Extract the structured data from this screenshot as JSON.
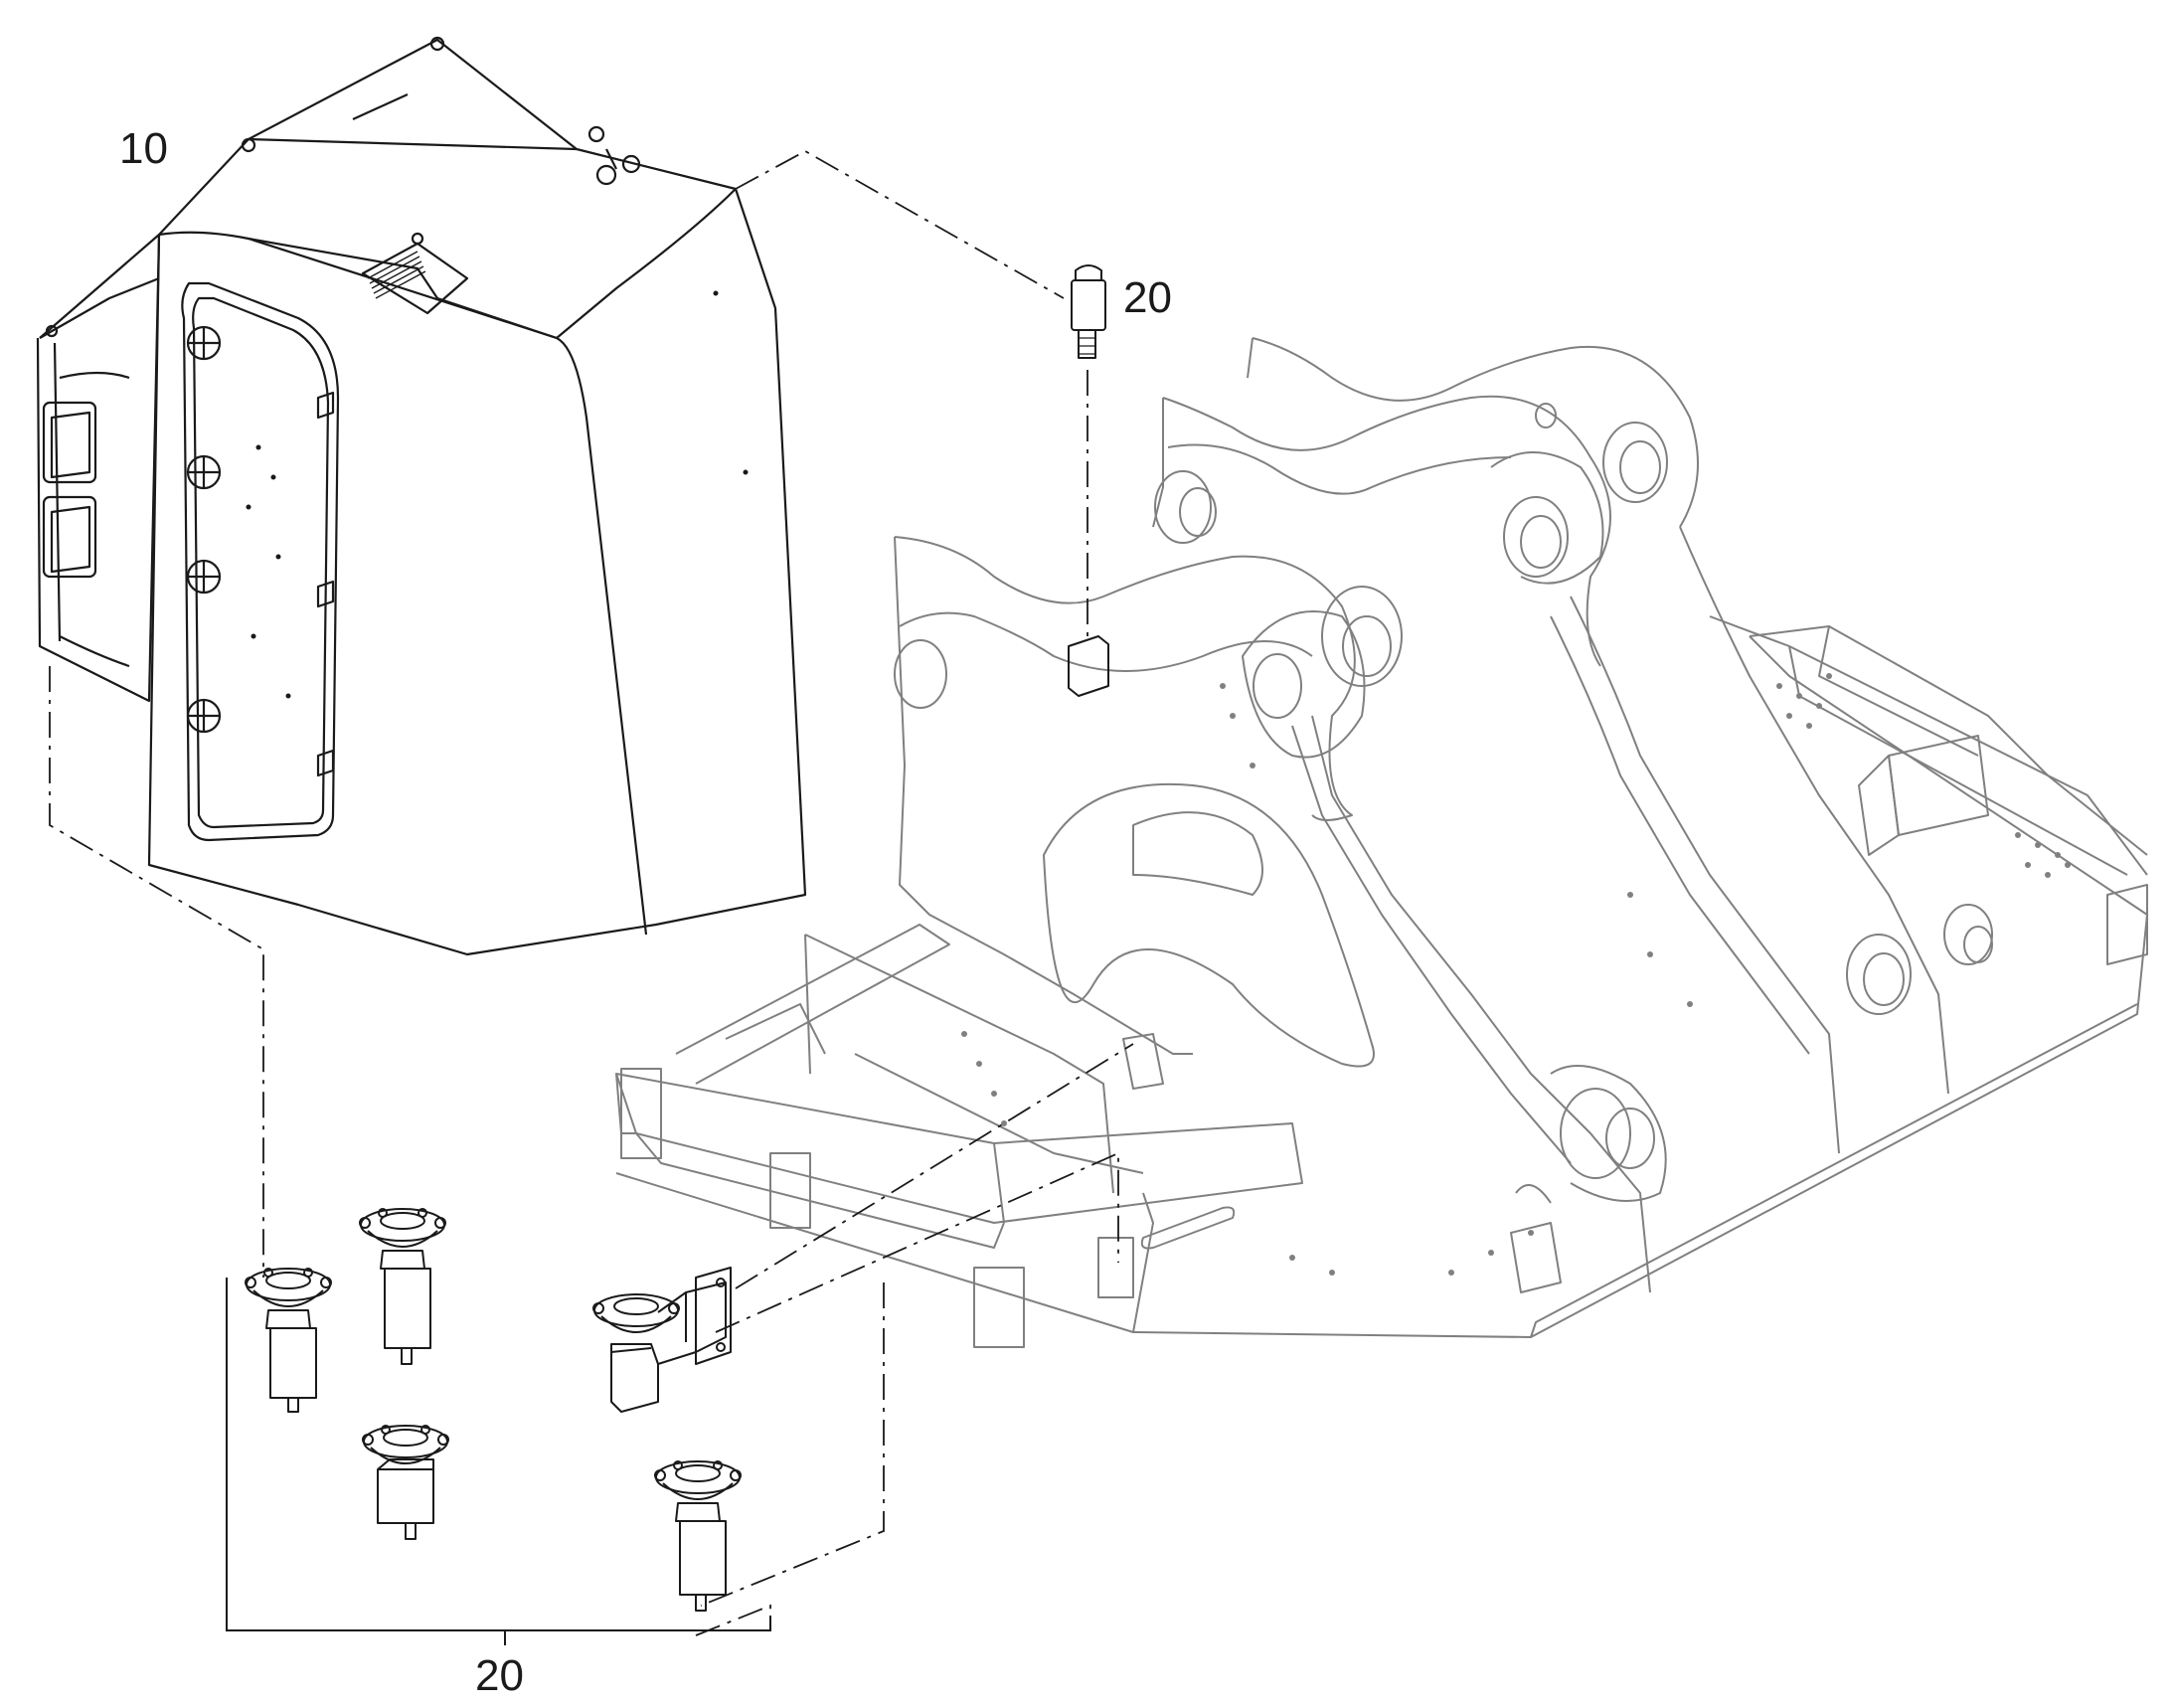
{
  "callouts": {
    "part_10": "10",
    "part_20_top": "20",
    "part_20_bottom": "20"
  },
  "colors": {
    "line": "#1a1a1a",
    "frame_line": "#808080",
    "background": "#ffffff"
  }
}
